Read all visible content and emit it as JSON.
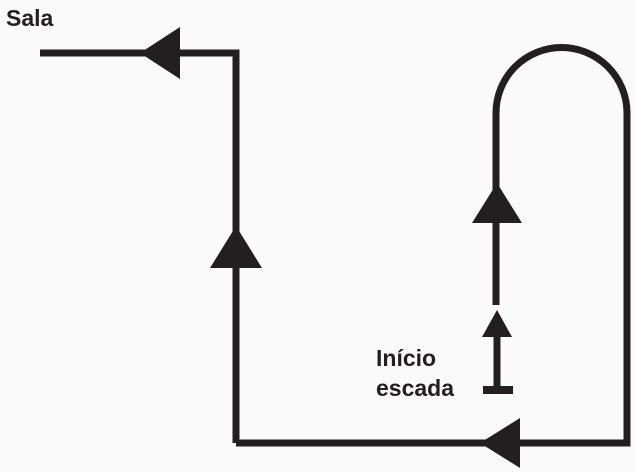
{
  "labels": {
    "destination": "Sala",
    "start_line1": "Início",
    "start_line2": "escada"
  },
  "colors": {
    "line": "#231f20",
    "background": "#fafafa"
  }
}
